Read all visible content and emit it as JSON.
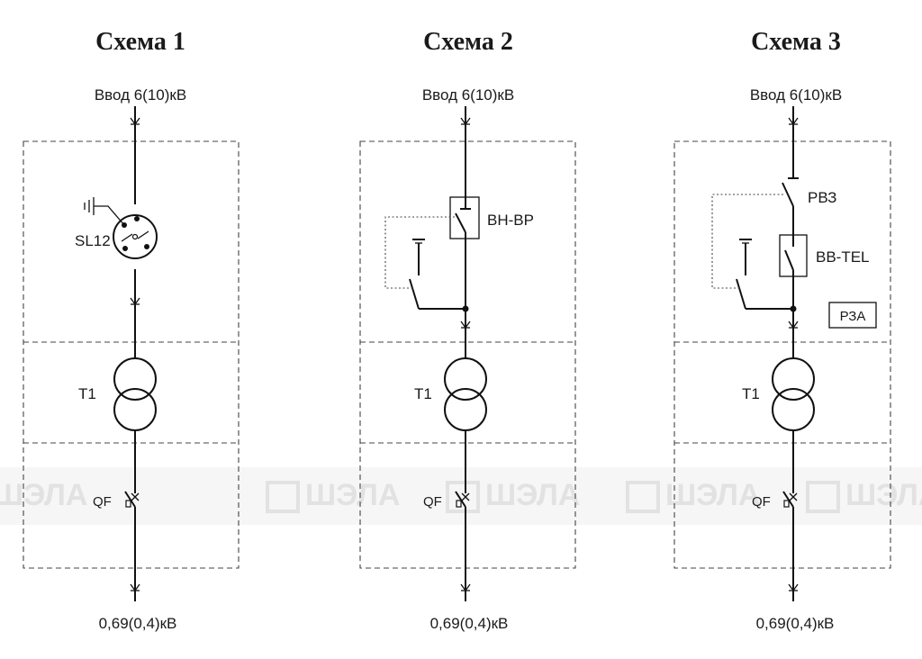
{
  "watermark": {
    "text": "ШЭЛА",
    "color": "#e2e2e2"
  },
  "schemes": [
    {
      "title": "Схема 1",
      "input_label": "Ввод 6(10)кВ",
      "output_label": "0,69(0,4)кВ",
      "switch_label": "SL12",
      "transformer_label": "T1",
      "breaker_label": "QF"
    },
    {
      "title": "Схема 2",
      "input_label": "Ввод 6(10)кВ",
      "output_label": "0,69(0,4)кВ",
      "switch_label": "ВН-ВР",
      "transformer_label": "T1",
      "breaker_label": "QF"
    },
    {
      "title": "Схема 3",
      "input_label": "Ввод 6(10)кВ",
      "output_label": "0,69(0,4)кВ",
      "disconnector_label": "РВЗ",
      "switch_label": "ВВ-TEL",
      "relay_label": "РЗА",
      "transformer_label": "T1",
      "breaker_label": "QF"
    }
  ]
}
